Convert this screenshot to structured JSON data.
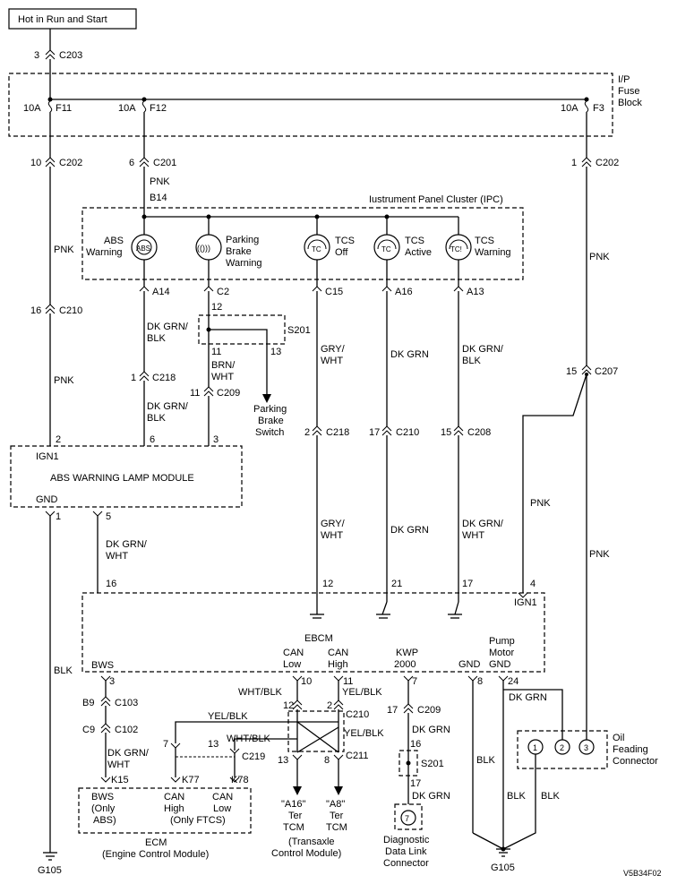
{
  "top": {
    "source": "Hot in Run and Start",
    "c203_pin": "3",
    "c203": "C203"
  },
  "fuse_block": {
    "label": [
      "I/P",
      "Fuse",
      "Block"
    ],
    "fuses": [
      {
        "amp": "10A",
        "name": "F11"
      },
      {
        "amp": "10A",
        "name": "F12"
      },
      {
        "amp": "10A",
        "name": "F3"
      }
    ]
  },
  "below_fuse": {
    "c202_left_pin": "10",
    "c202_left": "C202",
    "c201_pin": "6",
    "c201": "C201",
    "c202_right_pin": "1",
    "c202_right": "C202"
  },
  "ipc": {
    "title": "Iustrument Panel Cluster (IPC)",
    "feed_color": "PNK",
    "feed_pin": "B14",
    "lamps": [
      {
        "label": [
          "ABS",
          "Warning"
        ],
        "glyph": "ABS",
        "pin": "A14"
      },
      {
        "label": [
          "Parking",
          "Brake",
          "Warning"
        ],
        "glyph": "(()))",
        "pin": "C2"
      },
      {
        "label": [
          "TCS",
          "Off"
        ],
        "glyph": "TC",
        "pin": "C15"
      },
      {
        "label": [
          "TCS",
          "Active"
        ],
        "glyph": "TC",
        "pin": "A16"
      },
      {
        "label": [
          "TCS",
          "Warning"
        ],
        "glyph": "TC!",
        "pin": "A13"
      }
    ]
  },
  "left_col": {
    "pnk1": "PNK",
    "c210_pin": "16",
    "c210": "C210",
    "pnk2": "PNK",
    "blk": "BLK",
    "gnd_label": "G105"
  },
  "abs_col": {
    "wire1": [
      "DK GRN/",
      "BLK"
    ],
    "c218_pin": "1",
    "c218": "C218",
    "wire2": [
      "DK GRN/",
      "BLK"
    ]
  },
  "park_col": {
    "pin12": "12",
    "splice": "S201",
    "pin11": "11",
    "pin13": "13",
    "wire": [
      "BRN/",
      "WHT"
    ],
    "c209_pin": "11",
    "c209": "C209",
    "switch": [
      "Parking",
      "Brake",
      "Switch"
    ]
  },
  "tcsoff_col": {
    "wire1": [
      "GRY/",
      "WHT"
    ],
    "c218_pin": "2",
    "c218": "C218",
    "wire2": [
      "GRY/",
      "WHT"
    ],
    "ebcm_pin": "12"
  },
  "tcsact_col": {
    "wire1": "DK GRN",
    "c210_pin": "17",
    "c210": "C210",
    "wire2": "DK GRN",
    "ebcm_pin": "21"
  },
  "tcswarn_col": {
    "wire1": [
      "DK GRN/",
      "BLK"
    ],
    "c208_pin": "15",
    "c208": "C208",
    "wire2": [
      "DK GRN/",
      "WHT"
    ],
    "ebcm_pin": "17"
  },
  "right_col": {
    "pnk1": "PNK",
    "c207_pin": "15",
    "c207": "C207",
    "pnk2": "PNK",
    "pnk3": "PNK"
  },
  "abs_module": {
    "name": "ABS WARNING LAMP MODULE",
    "ign": "IGN1",
    "gnd": "GND",
    "pins": {
      "ign": "2",
      "abs": "6",
      "park": "3",
      "gnd": "1",
      "out": "5"
    },
    "out_wire": [
      "DK GRN/",
      "WHT"
    ]
  },
  "ebcm": {
    "name": "EBCM",
    "pins": {
      "p16": "16",
      "ign_pin": "4",
      "ign": "IGN1"
    },
    "bws": "BWS",
    "bws_pin": "3",
    "can_low": [
      "CAN",
      "Low"
    ],
    "can_low_pin": "10",
    "can_high": [
      "CAN",
      "High"
    ],
    "can_high_pin": "11",
    "kwp": [
      "KWP",
      "2000"
    ],
    "kwp_pin": "7",
    "gnd": "GND",
    "gnd_pin": "8",
    "pump": [
      "Pump",
      "Motor",
      "GND"
    ],
    "pump_pin": "24"
  },
  "bws_col": {
    "c103_pin": "B9",
    "c103": "C103",
    "c102_pin": "C9",
    "c102": "C102",
    "wire": [
      "DK GRN/",
      "WHT"
    ],
    "k15": "K15"
  },
  "can": {
    "low_wire": "WHT/BLK",
    "high_wire": "YEL/BLK",
    "c210_low_pin": "12",
    "c210_high_pin": "2",
    "c210": "C210",
    "yel_blk": "YEL/BLK",
    "wht_blk": "WHT/BLK",
    "c219_left_pin": "7",
    "c219_right_pin": "13",
    "c219": "C219",
    "k77": "K77",
    "k78": "K78",
    "c211_left_pin": "13",
    "c211_right_pin": "8",
    "c211": "C211",
    "yel_blk_right": "YEL/BLK"
  },
  "ecm": {
    "bws": [
      "BWS",
      "(Only",
      "ABS)"
    ],
    "can_high": [
      "CAN",
      "High"
    ],
    "can_low": [
      "CAN",
      "Low"
    ],
    "only": "(Only FTCS)",
    "name": [
      "ECM",
      "(Engine Control Module)"
    ]
  },
  "tcm": {
    "a16": [
      "\"A16\"",
      "Ter",
      "TCM"
    ],
    "a8": [
      "\"A8\"",
      "Ter",
      "TCM"
    ],
    "name": [
      "(Transaxle",
      "Control Module)"
    ]
  },
  "kwp_col": {
    "c209_pin": "17",
    "c209": "C209",
    "wire1": "DK GRN",
    "s201_in": "16",
    "s201": "S201",
    "s201_out": "17",
    "wire2": "DK GRN",
    "dlc_pin": "7",
    "dlc": [
      "Diagnostic",
      "Data Link",
      "Connector"
    ]
  },
  "pump_col": {
    "wire": "DK GRN",
    "blk1": "BLK",
    "blk2": "BLK",
    "blk3": "BLK",
    "ground": "G105"
  },
  "oil": {
    "label": [
      "Oil",
      "Feading",
      "Connector"
    ],
    "pins": [
      "1",
      "2",
      "3"
    ]
  },
  "figure_id": "V5B34F02"
}
